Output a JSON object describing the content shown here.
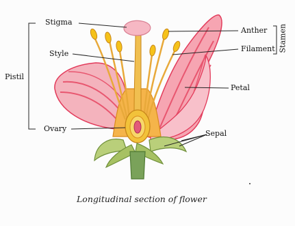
{
  "labels": {
    "stigma": "Stigma",
    "style": "Style",
    "pistil": "Pistil",
    "ovary": "Ovary",
    "anther": "Anther",
    "filament": "Filament",
    "stamen": "Stamen",
    "petal": "Petal",
    "sepal": "Sepal"
  },
  "caption": "Longitudinal section of flower",
  "colors": {
    "petal_fill": "#f2a3b0",
    "petal_stroke": "#e23a5a",
    "stamen_filament": "#e8a93a",
    "anther": "#f5c21a",
    "stigma": "#f6b8c4",
    "ovary": "#f2c23a",
    "sepal": "#a9c46a",
    "stalk": "#7aa25a",
    "line": "#222222"
  }
}
